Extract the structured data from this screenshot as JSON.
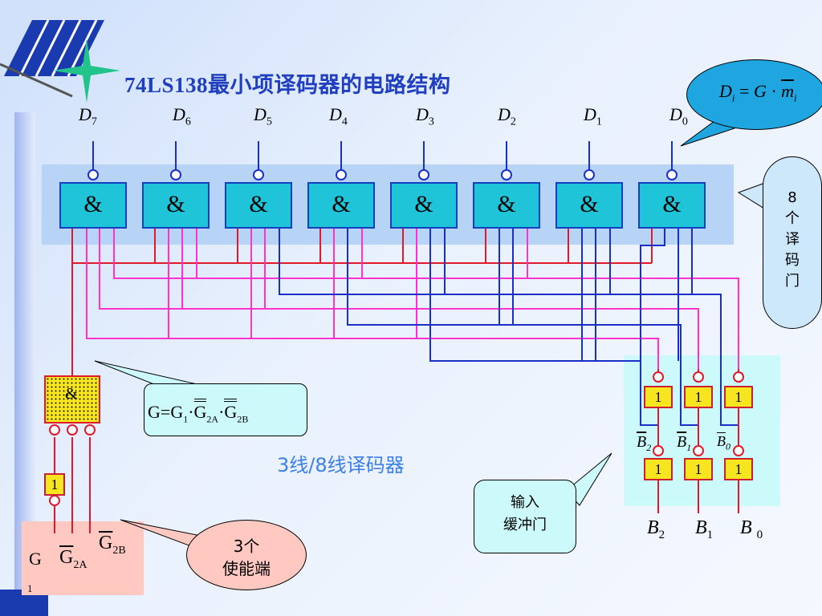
{
  "title": "74LS138最小项译码器的电路结构",
  "outputs": [
    {
      "letter": "D",
      "sub": "7"
    },
    {
      "letter": "D",
      "sub": "6"
    },
    {
      "letter": "D",
      "sub": "5"
    },
    {
      "letter": "D",
      "sub": "4"
    },
    {
      "letter": "D",
      "sub": "3"
    },
    {
      "letter": "D",
      "sub": "2"
    },
    {
      "letter": "D",
      "sub": "1"
    },
    {
      "letter": "D",
      "sub": "0"
    }
  ],
  "and_gate_symbol": "&",
  "formula_callout": {
    "lhs_D": "D",
    "lhs_sub": "i",
    "eq": "=",
    "G": "G",
    "dot": "·",
    "m": "m",
    "m_sub": "i"
  },
  "gates_callout": {
    "line1": "8",
    "line2": "个",
    "line3": "译",
    "line4": "码",
    "line5": "门"
  },
  "enable_gate_symbol": "&",
  "enable_formula": {
    "G": "G",
    "eq": "=",
    "G1": "G",
    "G1_sub": "1",
    "dot": "·",
    "G2A": "G",
    "G2A_sub": "2A",
    "G2B": "G",
    "G2B_sub": "2B"
  },
  "diagram_label": "3线/8线译码器",
  "inverter_symbol": "1",
  "enable_inputs": {
    "g1": "G",
    "g1_sub": "1",
    "g2a": "G",
    "g2a_sub": "2A",
    "g2b": "G",
    "g2b_sub": "2B"
  },
  "enable_callout": {
    "line1": "3个",
    "line2": "使能端"
  },
  "buffer_symbol": "1",
  "buffer_outputs": [
    {
      "letter": "B",
      "sub": "2"
    },
    {
      "letter": "B",
      "sub": "1"
    },
    {
      "letter": "B",
      "sub": "0"
    }
  ],
  "buffer_callout": {
    "line1": "输入",
    "line2": "缓冲门"
  },
  "inputs": [
    {
      "letter": "B",
      "sub": "2"
    },
    {
      "letter": "B",
      "sub": "1"
    },
    {
      "letter": "B",
      "sub": "0"
    }
  ],
  "colors": {
    "accent": "#1f3fbf",
    "gate_fill": "#1fc4d8",
    "red": "#e01a2a",
    "magenta": "#ff33cc",
    "blue": "#1a2fc8",
    "buffer_fill": "#f7e51f",
    "panel": "#b7d4f6"
  }
}
